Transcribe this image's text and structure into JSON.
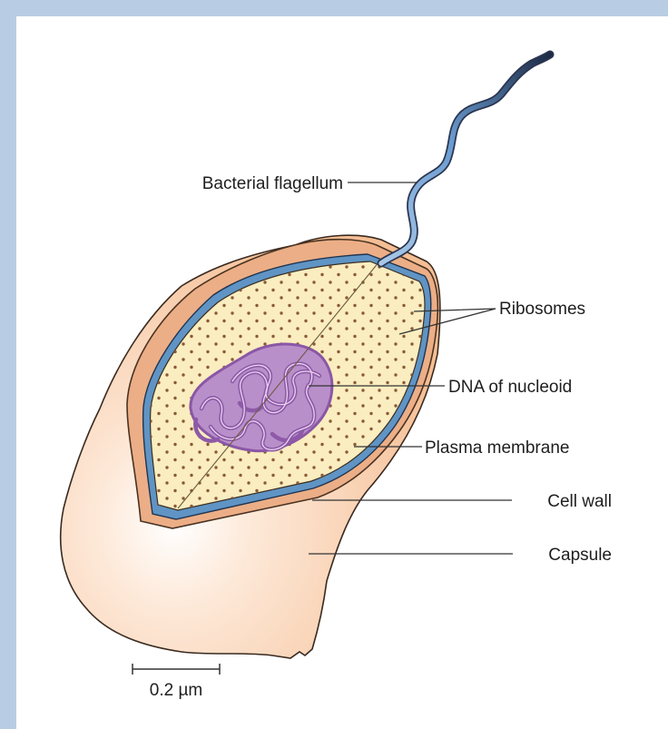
{
  "labels": {
    "flagellum": "Bacterial flagellum",
    "ribosomes": "Ribosomes",
    "dna": "DNA of nucleoid",
    "plasma_membrane": "Plasma membrane",
    "cell_wall": "Cell wall",
    "capsule": "Capsule"
  },
  "scale_bar": {
    "label": "0.2 µm"
  },
  "colors": {
    "background": "#b8cde3",
    "cytoplasm": "#faedbf",
    "capsule": "#f7c8a0",
    "cell_wall": "#e9a57c",
    "membrane": "#5f94c4",
    "nucleoid": "#a773bc",
    "flagellum": "#6e9fd0"
  }
}
